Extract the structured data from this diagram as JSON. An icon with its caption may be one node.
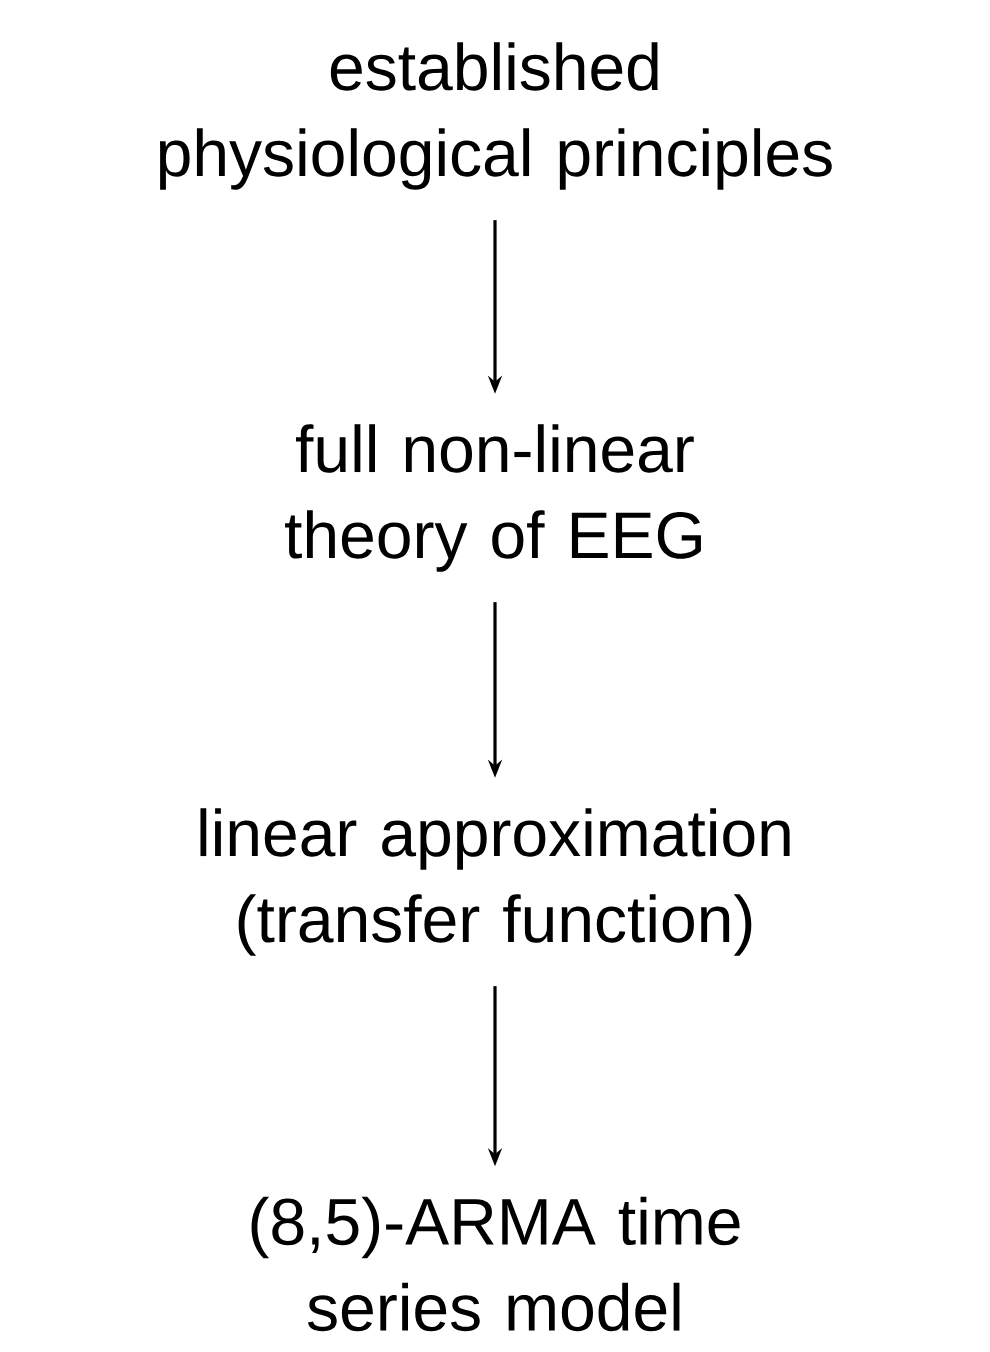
{
  "diagram": {
    "nodes": [
      {
        "text": [
          "established physiological principles"
        ]
      },
      {
        "text": [
          "full non-linear theory of EEG"
        ]
      },
      {
        "text": [
          "linear approximation (transfer function)"
        ]
      },
      {
        "text": [
          "(8,5)-ARMA time series model"
        ]
      }
    ],
    "edges": [
      {
        "from": 0,
        "to": 1,
        "arrow": "to"
      },
      {
        "from": 1,
        "to": 2,
        "arrow": "to"
      },
      {
        "from": 2,
        "to": 3,
        "arrow": "to"
      }
    ]
  }
}
